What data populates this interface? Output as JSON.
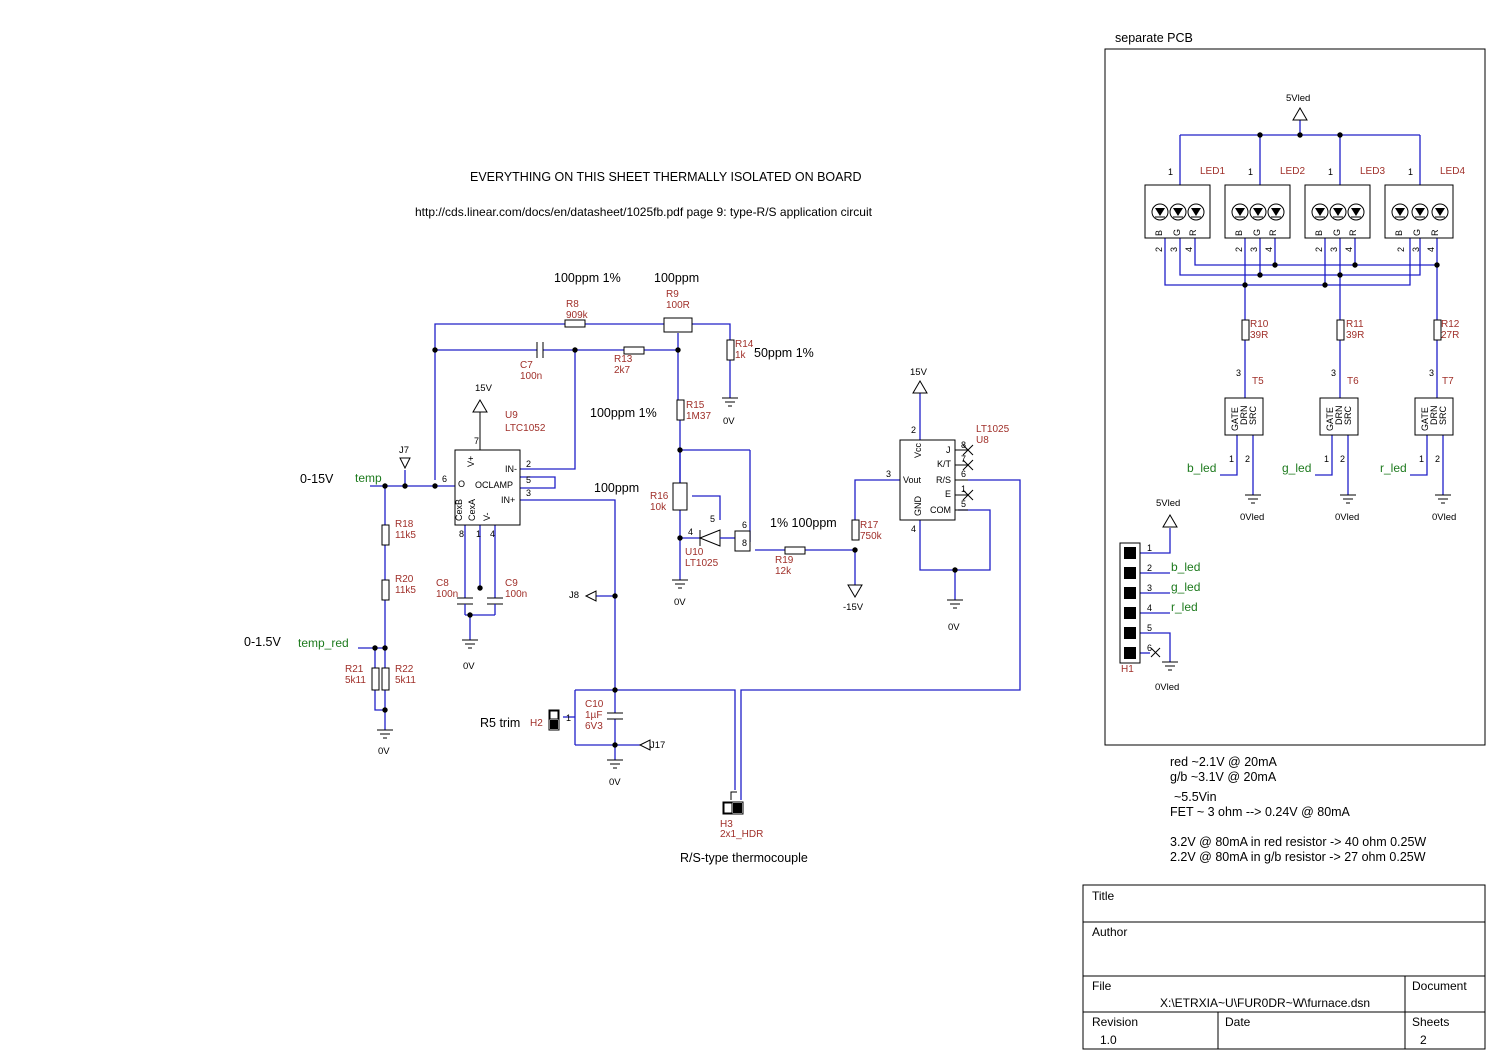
{
  "sheet": {
    "title_note": "EVERYTHING ON THIS SHEET THERMALLY ISOLATED ON BOARD",
    "reference_note": "http://cds.linear.com/docs/en/datasheet/1025fb.pdf page 9: type-R/S application circuit",
    "separate_pcb_label": "separate PCB"
  },
  "annotations": {
    "r8_tol": "100ppm 1%",
    "r9_tol": "100ppm",
    "r14_tol": "50ppm 1%",
    "r15_tol": "100ppm 1%",
    "in_plus_tol": "100ppm",
    "r19_tol": "1% 100ppm",
    "range_temp": "0-15V",
    "range_temp_red": "0-1.5V",
    "r5_trim": "R5 trim",
    "thermocouple": "R/S-type thermocouple"
  },
  "nets": {
    "temp": "temp",
    "temp_red": "temp_red",
    "b_led": "b_led",
    "g_led": "g_led",
    "r_led": "r_led"
  },
  "power": {
    "v15": "15V",
    "v0": "0V",
    "vneg15": "-15V",
    "v5led": "5Vled",
    "v0led": "0Vled"
  },
  "components": {
    "R8": {
      "ref": "R8",
      "value": "909k"
    },
    "R9": {
      "ref": "R9",
      "value": "100R"
    },
    "R13": {
      "ref": "R13",
      "value": "2k7"
    },
    "R14": {
      "ref": "R14",
      "value": "1k"
    },
    "R15": {
      "ref": "R15",
      "value": "1M37"
    },
    "R16": {
      "ref": "R16",
      "value": "10k"
    },
    "R17": {
      "ref": "R17",
      "value": "750k"
    },
    "R18": {
      "ref": "R18",
      "value": "11k5"
    },
    "R19": {
      "ref": "R19",
      "value": "12k"
    },
    "R20": {
      "ref": "R20",
      "value": "11k5"
    },
    "R21": {
      "ref": "R21",
      "value": "5k11"
    },
    "R22": {
      "ref": "R22",
      "value": "5k11"
    },
    "R10": {
      "ref": "R10",
      "value": "39R"
    },
    "R11": {
      "ref": "R11",
      "value": "39R"
    },
    "R12": {
      "ref": "R12",
      "value": "27R"
    },
    "C7": {
      "ref": "C7",
      "value": "100n"
    },
    "C8": {
      "ref": "C8",
      "value": "100n"
    },
    "C9": {
      "ref": "C9",
      "value": "100n"
    },
    "C10": {
      "ref": "C10",
      "value": "1µF",
      "value2": "6V3"
    },
    "U9": {
      "ref": "U9",
      "value": "LTC1052"
    },
    "U10": {
      "ref": "U10",
      "value": "LT1025"
    },
    "U8": {
      "ref": "U8",
      "value": "LT1025"
    },
    "J7": "J7",
    "J8": "J8",
    "J17": "J17",
    "H1": "H1",
    "H2": "H2",
    "H3": {
      "ref": "H3",
      "value": "2x1_HDR"
    },
    "T5": "T5",
    "T6": "T6",
    "T7": "T7",
    "LED1": "LED1",
    "LED2": "LED2",
    "LED3": "LED3",
    "LED4": "LED4"
  },
  "pins": {
    "u9": {
      "vplus": "V+",
      "o": "O",
      "oclamp": "OCLAMP",
      "in_minus": "IN-",
      "in_plus": "IN+",
      "cexb": "CexB",
      "cexa": "CexA",
      "vminus": "V-"
    },
    "u8": {
      "vcc": "Vcc",
      "vout": "Vout",
      "gnd": "GND",
      "j": "J",
      "kt": "K/T",
      "rs": "R/S",
      "e": "E",
      "com": "COM"
    },
    "fet": {
      "gate": "GATE",
      "drn": "DRN",
      "src": "SRC"
    },
    "led": {
      "b": "B",
      "g": "G",
      "r": "R"
    }
  },
  "led_notes": {
    "line1": "red ~2.1V @ 20mA",
    "line2": "g/b ~3.1V @ 20mA",
    "line3": "~5.5Vin",
    "line4": "FET ~ 3 ohm --> 0.24V @ 80mA",
    "line5": "3.2V @ 80mA in red resistor -> 40 ohm 0.25W",
    "line6": "2.2V @ 80mA in g/b resistor -> 27 ohm 0.25W"
  },
  "title_block": {
    "title_label": "Title",
    "title_value": "",
    "author_label": "Author",
    "author_value": "",
    "file_label": "File",
    "file_value": "X:\\ETRXIA~U\\FUR0DR~W\\furnace.dsn",
    "document_label": "Document",
    "revision_label": "Revision",
    "revision_value": "1.0",
    "date_label": "Date",
    "sheets_label": "Sheets",
    "sheets_value": "2"
  }
}
